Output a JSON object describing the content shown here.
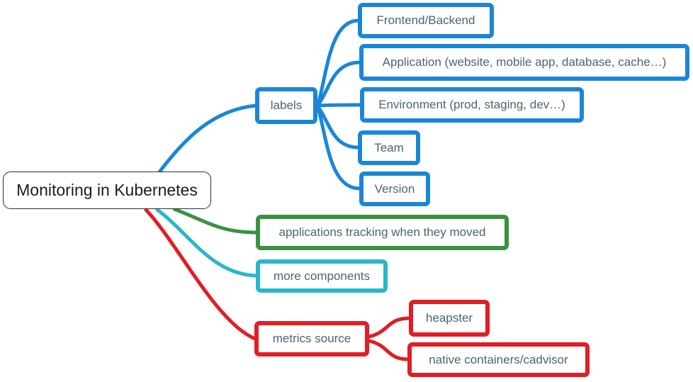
{
  "colors": {
    "blue": "#1b86d8",
    "green": "#3a9140",
    "cyan": "#29b6ca",
    "red": "#e01e26",
    "root_border": "#2e2e2e",
    "root_text": "#1c1c1c",
    "node_text": "#4a6572",
    "background": "#ffffff"
  },
  "diagram": {
    "type": "mindmap",
    "root": {
      "label": "Monitoring in Kubernetes"
    },
    "branches": [
      {
        "label": "labels",
        "color": "blue",
        "children": [
          "Frontend/Backend",
          "Application (website, mobile app, database, cache…)",
          "Environment (prod, staging, dev…)",
          "Team",
          "Version"
        ]
      },
      {
        "label": "applications tracking when they moved",
        "color": "green",
        "children": []
      },
      {
        "label": "more components",
        "color": "cyan",
        "children": []
      },
      {
        "label": "metrics source",
        "color": "red",
        "children": [
          "heapster",
          "native containers/cadvisor"
        ]
      }
    ]
  }
}
